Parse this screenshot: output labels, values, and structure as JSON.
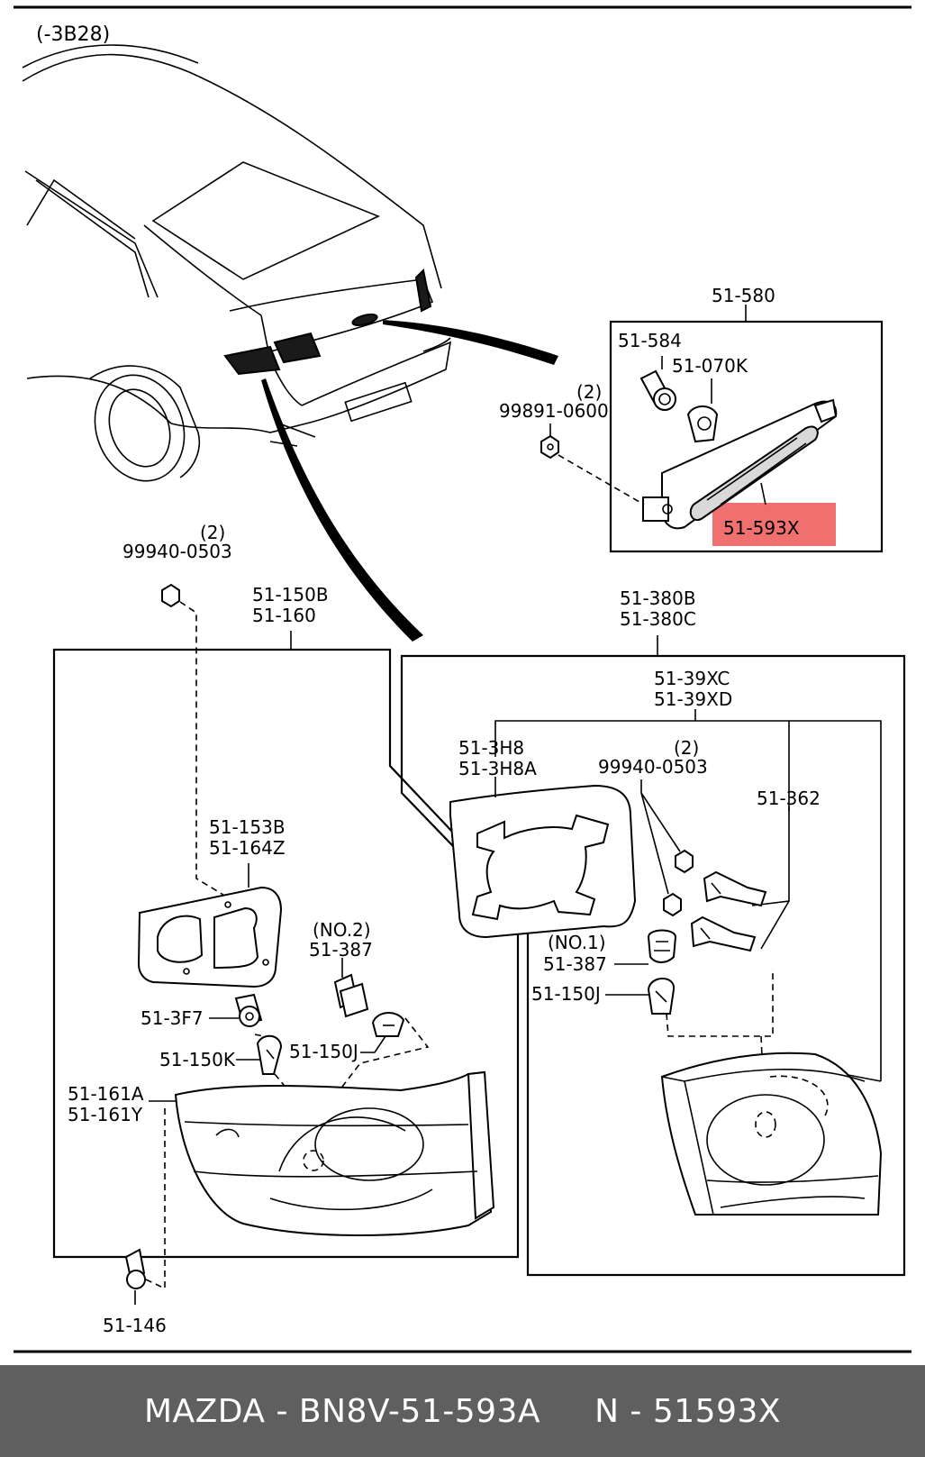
{
  "diagram": {
    "ref": "(-3B28)",
    "highlight_color": "#f07070",
    "labels": {
      "p51_580": "51-580",
      "p51_584": "51-584",
      "p51_070K": "51-070K",
      "qty_2_a": "(2)",
      "p99891_0600": "99891-0600",
      "p51_593X": "51-593X",
      "qty_2_b": "(2)",
      "p99940_0503_a": "99940-0503",
      "p51_150B": "51-150B",
      "p51_160": "51-160",
      "p51_380B": "51-380B",
      "p51_380C": "51-380C",
      "p51_39XC": "51-39XC",
      "p51_39XD": "51-39XD",
      "p51_3H8": "51-3H8",
      "p51_3H8A": "51-3H8A",
      "qty_2_c": "(2)",
      "p99940_0503_b": "99940-0503",
      "p51_362": "51-362",
      "p51_153B": "51-153B",
      "p51_164Z": "51-164Z",
      "no2": "(NO.2)",
      "p51_387_a": "51-387",
      "no1": "(NO.1)",
      "p51_387_b": "51-387",
      "p51_150J_b": "51-150J",
      "p51_3F7": "51-3F7",
      "p51_150J_a": "51-150J",
      "p51_150K": "51-150K",
      "p51_161A": "51-161A",
      "p51_161Y": "51-161Y",
      "p51_146": "51-146"
    }
  },
  "footer": {
    "left": "MAZDA - BN8V-51-593A",
    "right": "N - 51593X"
  }
}
